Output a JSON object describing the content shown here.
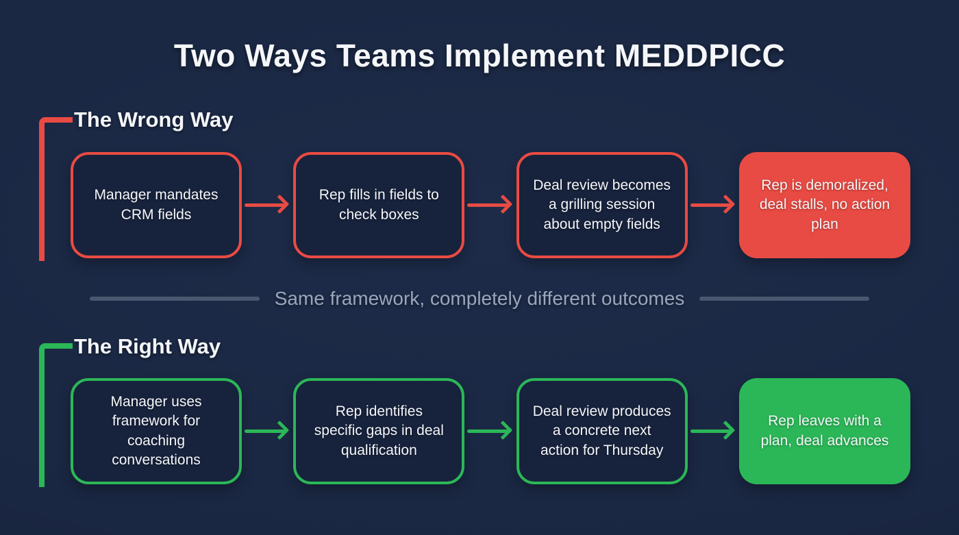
{
  "title": "Two Ways Teams Implement MEDDPICC",
  "colors": {
    "bg": "#1a2742",
    "bg_light": "#1d2b49",
    "bg_dark": "#141f36",
    "box_fill": "#17223c",
    "text": "#f4f6f9",
    "red": "#e84b43",
    "green": "#2bb757",
    "divider_line": "#49586f",
    "divider_text": "#9aa6ba"
  },
  "wrong_way": {
    "heading": "The Wrong Way",
    "steps": [
      {
        "text": "Manager mandates CRM fields",
        "style": "outline"
      },
      {
        "text": "Rep fills in fields to check boxes",
        "style": "outline"
      },
      {
        "text": "Deal review becomes a grilling session about empty fields",
        "style": "outline"
      },
      {
        "text": "Rep is demoralized, deal stalls, no action plan",
        "style": "solid"
      }
    ]
  },
  "divider": {
    "text": "Same framework, completely different outcomes"
  },
  "right_way": {
    "heading": "The Right Way",
    "steps": [
      {
        "text": "Manager uses framework for coaching conversations",
        "style": "outline"
      },
      {
        "text": "Rep identifies specific gaps in deal qualification",
        "style": "outline"
      },
      {
        "text": "Deal review produces a concrete next action for Thursday",
        "style": "outline"
      },
      {
        "text": "Rep leaves with a plan, deal advances",
        "style": "solid"
      }
    ]
  }
}
